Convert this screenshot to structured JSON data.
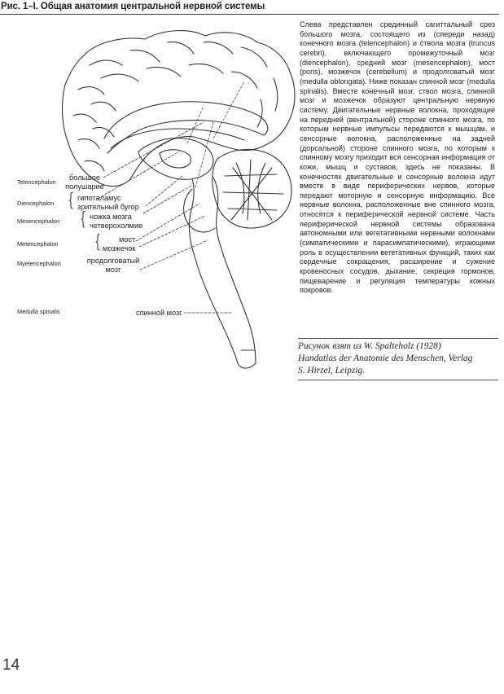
{
  "figure": {
    "title": "Рис. 1–I. Общая анатомия центральной нервной системы"
  },
  "divisions": [
    "Telencephalon",
    "Diencephalon",
    "Mesencephalon",
    "Metencephalon",
    "Myelencephalon",
    "Medulla spinalis"
  ],
  "parts": {
    "hemisphere_1": "большое",
    "hemisphere_2": "полушарие",
    "hypothalamus": "гипоталамус",
    "thalamus": "зрительный бугор",
    "peduncle": "ножка мозга",
    "tectum": "четверохолмие",
    "pons": "мост",
    "cerebellum": "мозжечок",
    "medulla_1": "продолговатый",
    "medulla_2": "мозг",
    "spinal_cord": "спинной мозг"
  },
  "description": "Слева представлен срединный сагиттальный срез большого мозга, состоящего из (спереди назад) конечного мозга (telencephalon) и ствола мозга (truncus cerebri), включающего промежуточный мозг (diencephalon), средний мозг (mesencephalon), мост (pons), мозжечок (cerebellum) и продолговатый мозг (medulla oblongata). Ниже показан спинной мозг (medulla spinalis). Вместе конечный мозг, ствол мозга, спинной мозг и мозжечок образуют центральную нервную систему. Двигательные нервные волокна, проходящие на передней (вентральной) стороне спинного мозга, по которым нервные импульсы передаются к мышцам, и сенсорные волокна, расположенные на задней (дорсальной) стороне спинного мозга, по которым к спинному мозгу приходит вся сенсорная информация от кожи, мышц и суставов, здесь не показаны. В конечностях двигательные и сенсорные волокна идут вместе в виде периферических нервов, которые передают моторную и сенсорную информацию. Все нервные волокна, расположенные вне спинного мозга, относятся к периферической нервной системе. Часть периферической нервной системы образована автономными или вегетативными нервными волокнами (симпатическими и парасимпатическими), играющими роль в осуществлении вегетативных функций, таких как сердечные сокращения, расширение и сужение кровеносных сосудов, дыхание, секреция гормонов, пищеварение и регуляция температуры кожных покровов.",
  "caption": {
    "line1": "Рисунок взят из W. Spalteholz (1928)",
    "line2": "Handatlas der Anatomie des Menschen, Verlag",
    "line3": "S. Hirzel, Leipzig."
  },
  "page_number": "14",
  "colors": {
    "text": "#222222",
    "line": "#333333",
    "background": "#ffffff"
  }
}
